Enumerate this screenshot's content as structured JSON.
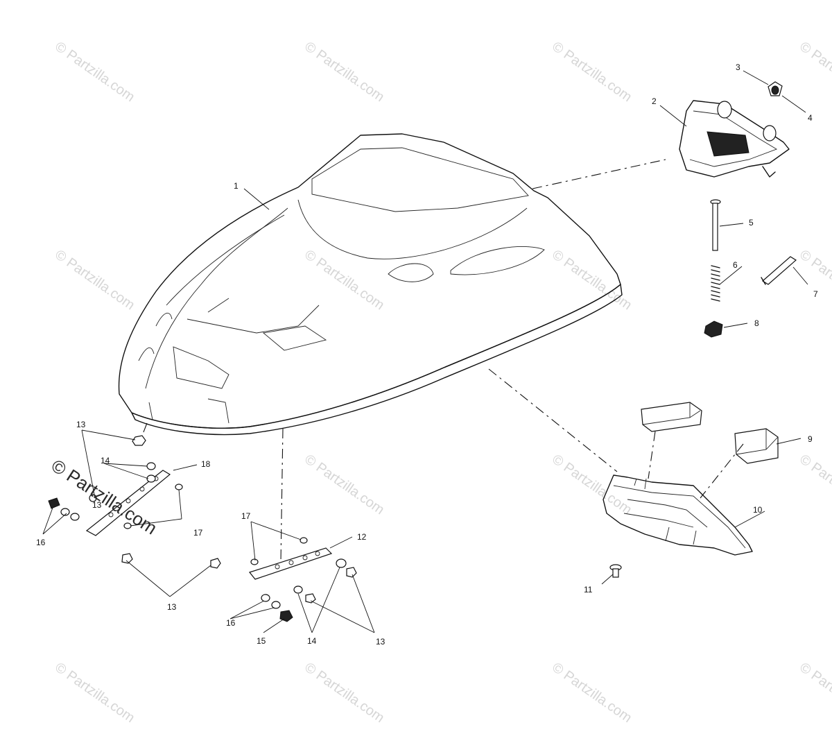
{
  "watermark": {
    "text": "© Partzilla.com",
    "overlay_text": "© Partzilla.com"
  },
  "callouts": [
    "1",
    "2",
    "3",
    "4",
    "5",
    "6",
    "7",
    "8",
    "9",
    "10",
    "11",
    "12",
    "13",
    "13",
    "13",
    "13",
    "14",
    "14",
    "15",
    "16",
    "16",
    "17",
    "17",
    "18"
  ],
  "colors": {
    "line": "#111111",
    "background": "#ffffff",
    "watermark": "#d6d6d6"
  }
}
